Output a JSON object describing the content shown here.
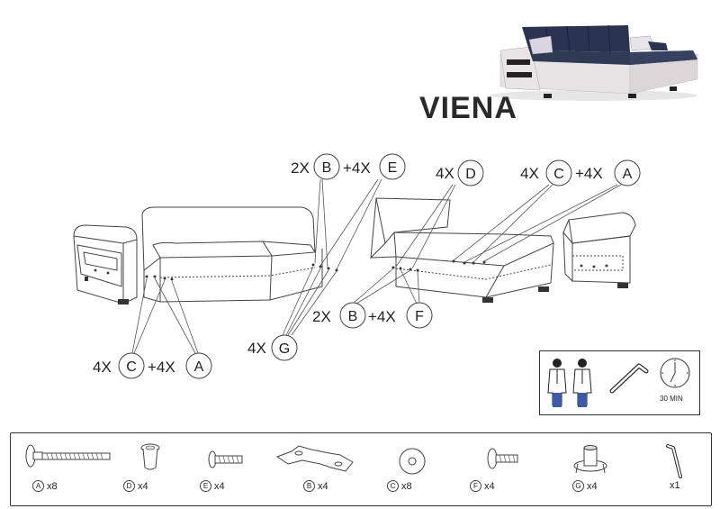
{
  "title": "VIENA",
  "callouts": [
    {
      "id": "top-left",
      "qty1": "2X",
      "letter1": "B",
      "qty2": "+4X",
      "letter2": "E"
    },
    {
      "id": "top-mid",
      "qty1": "4X",
      "letter1": "D"
    },
    {
      "id": "top-right",
      "qty1": "4X",
      "letter1": "C",
      "qty2": "+4X",
      "letter2": "A"
    },
    {
      "id": "mid",
      "qty1": "2X",
      "letter1": "B",
      "qty2": "+4X",
      "letter2": "F"
    },
    {
      "id": "lower-mid",
      "qty1": "4X",
      "letter1": "G"
    },
    {
      "id": "bottom-left",
      "qty1": "4X",
      "letter1": "C",
      "qty2": "+4X",
      "letter2": "A"
    }
  ],
  "info": {
    "time_label": "30 MIN"
  },
  "parts": [
    {
      "letter": "A",
      "count": "x8",
      "icon": "bolt-icon"
    },
    {
      "letter": "D",
      "count": "x4",
      "icon": "sleeve-icon"
    },
    {
      "letter": "E",
      "count": "x4",
      "icon": "screw-icon"
    },
    {
      "letter": "B",
      "count": "x4",
      "icon": "bracket-icon"
    },
    {
      "letter": "C",
      "count": "x8",
      "icon": "washer-icon"
    },
    {
      "letter": "F",
      "count": "x4",
      "icon": "short-screw-icon"
    },
    {
      "letter": "G",
      "count": "x4",
      "icon": "tee-nut-icon"
    },
    {
      "letter": "",
      "count": "x1",
      "icon": "allen-key-icon"
    }
  ]
}
